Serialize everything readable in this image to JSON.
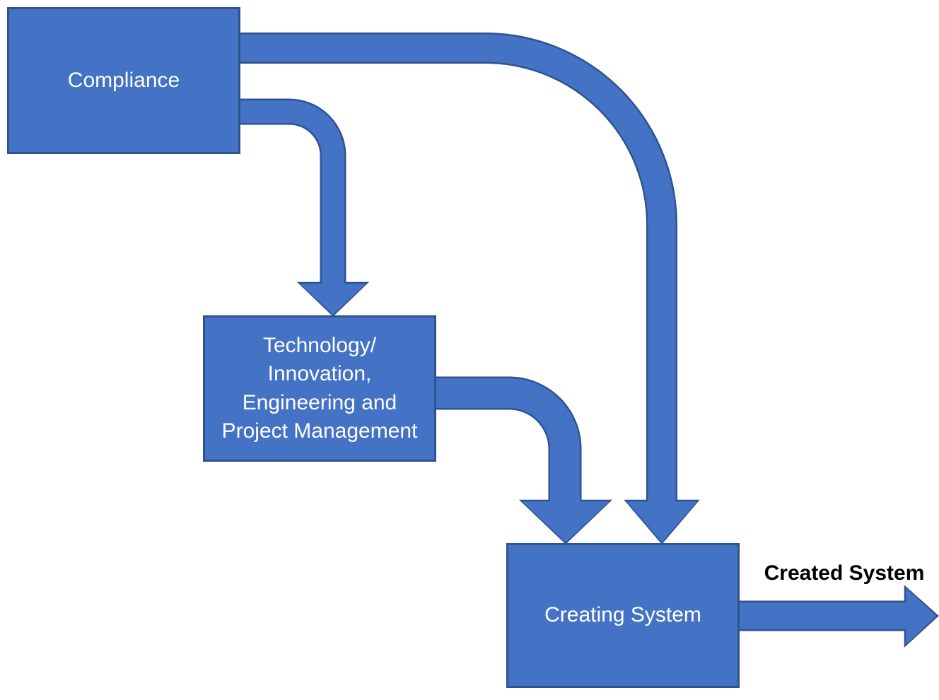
{
  "diagram": {
    "background": "#ffffff",
    "colors": {
      "shape_fill": "#4472C4",
      "shape_border": "#2F5391",
      "box_text": "#ffffff",
      "label_text": "#000000"
    },
    "boxes": {
      "compliance": {
        "label": "Compliance"
      },
      "technology": {
        "lines": [
          "Technology/",
          "Innovation,",
          "Engineering and",
          "Project Management"
        ]
      },
      "creating": {
        "label": "Creating System"
      }
    },
    "external_output": {
      "label": "Created System"
    },
    "edges": [
      {
        "from": "Compliance",
        "to": "Creating System",
        "style": "thick curved elbow arrow"
      },
      {
        "from": "Compliance",
        "to": "Technology/Innovation, Engineering and Project Management",
        "style": "thick elbow arrow"
      },
      {
        "from": "Technology/Innovation, Engineering and Project Management",
        "to": "Creating System",
        "style": "thick elbow arrow"
      },
      {
        "from": "Creating System",
        "to": "Created System",
        "style": "thick straight arrow"
      }
    ]
  }
}
